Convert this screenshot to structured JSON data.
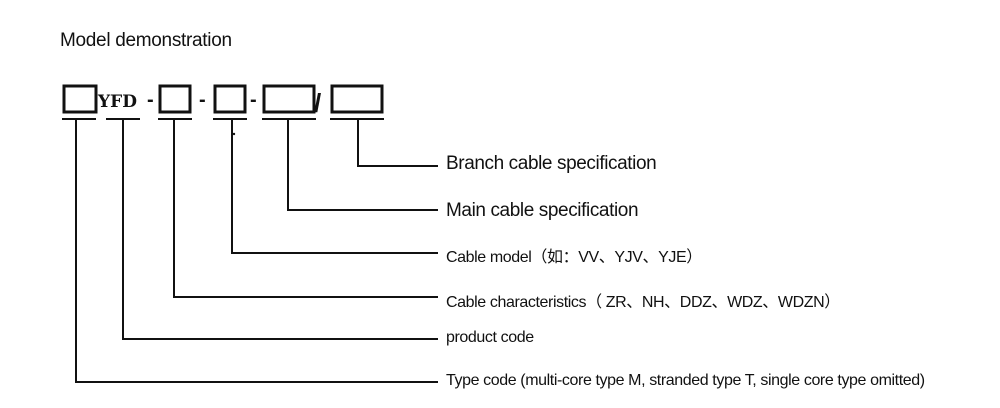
{
  "title": "Model demonstration",
  "model": {
    "prefix_code": "YFD",
    "separator_dash": "-",
    "separator_slash": "/"
  },
  "labels": [
    "Branch cable specification",
    "Main cable specification",
    "Cable model（如：VV、YJV、YJE）",
    "Cable characteristics（ ZR、NH、DDZ、WDZ、WDZN）",
    "product code",
    "Type code (multi-core type M, stranded type T, single core type omitted)"
  ]
}
